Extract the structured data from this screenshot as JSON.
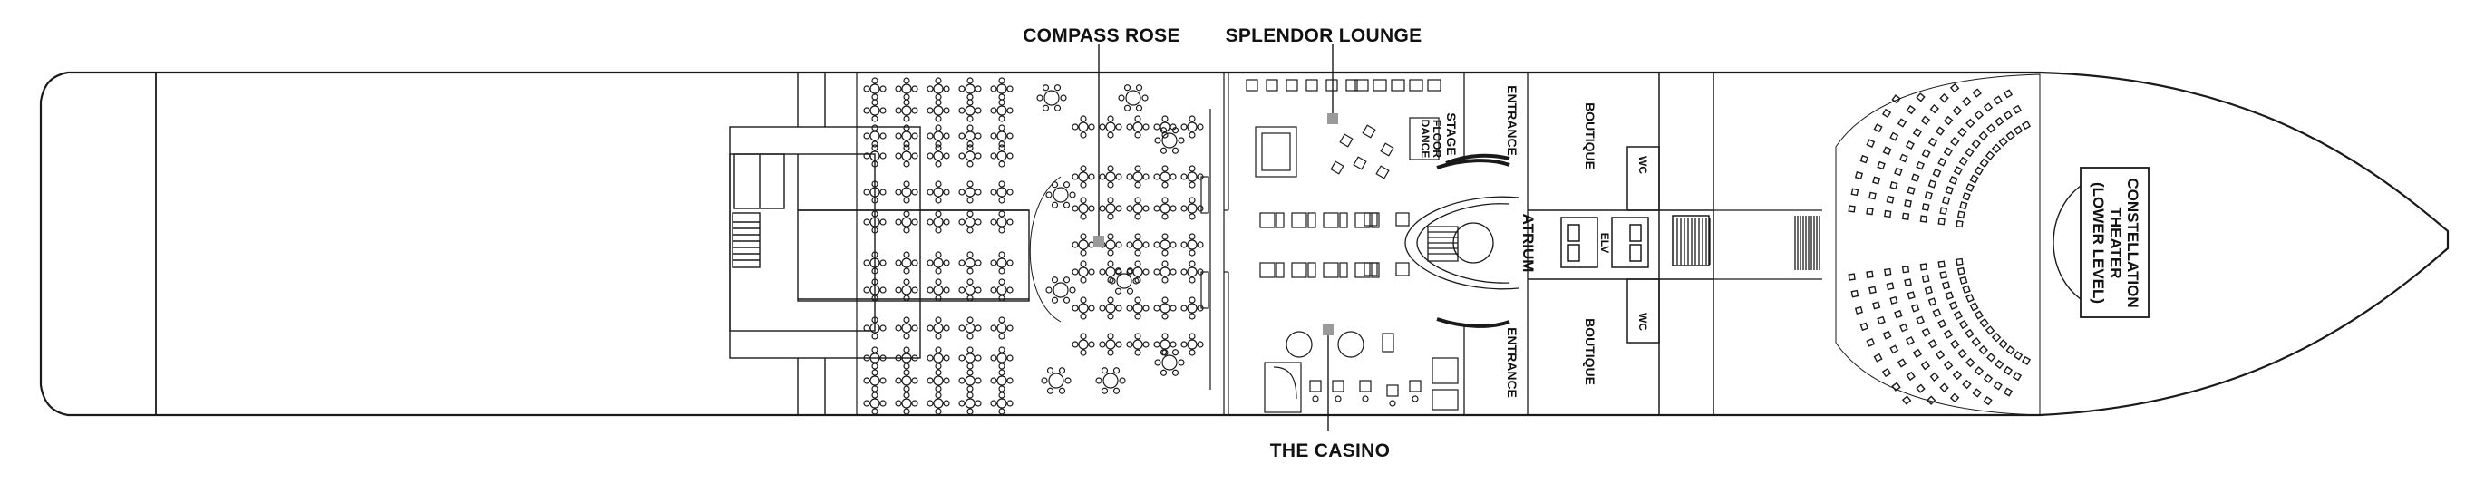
{
  "deck_plan": {
    "callouts": {
      "compass_rose": "COMPASS ROSE",
      "splendor_lounge": "SPLENDOR LOUNGE",
      "the_casino": "THE CASINO"
    },
    "labels": {
      "stage": "STAGE",
      "dance_floor_1": "DANCE",
      "dance_floor_2": "FLOOR",
      "entrance": "ENTRANCE",
      "atrium": "ATRIUM",
      "boutique": "BOUTIQUE",
      "wc": "WC",
      "elv": "ELV",
      "theater_1": "CONSTELLATION",
      "theater_2": "THEATER",
      "theater_3": "(LOWER LEVEL)"
    },
    "colors": {
      "line": "#1a1a1a",
      "marker": "#9a9a9a",
      "background": "#ffffff"
    }
  }
}
